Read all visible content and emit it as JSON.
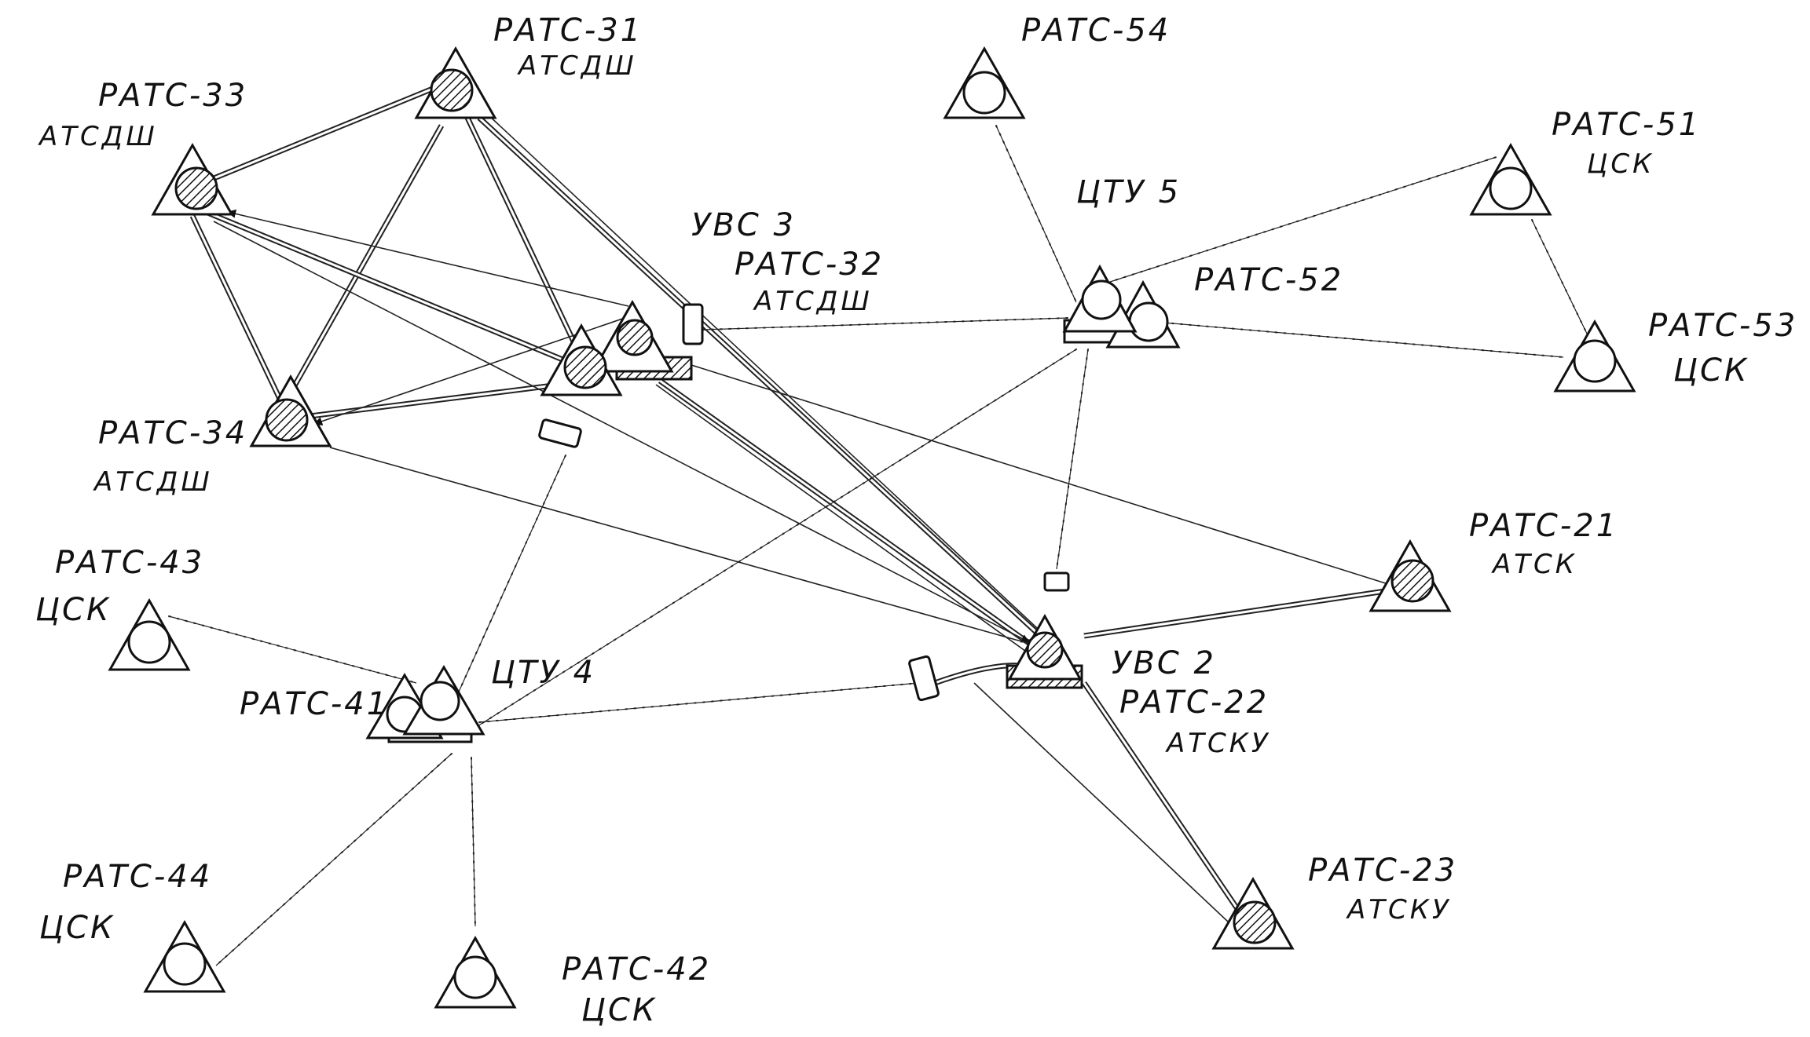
{
  "nodes": [
    {
      "id": "ratc31",
      "name": "РАТС-31",
      "type": "АТСДШ",
      "station": "shaded"
    },
    {
      "id": "ratc33",
      "name": "РАТС-33",
      "type": "АТСДШ",
      "station": "shaded"
    },
    {
      "id": "ratc34",
      "name": "РАТС-34",
      "type": "АТСДШ",
      "station": "shaded"
    },
    {
      "id": "ratc32",
      "name": "РАТС-32",
      "type": "АТСДШ",
      "station": "shaded"
    },
    {
      "id": "ratc54",
      "name": "РАТС-54",
      "type": "",
      "station": "plain"
    },
    {
      "id": "ratc51",
      "name": "РАТС-51",
      "type": "ЦСК",
      "station": "plain"
    },
    {
      "id": "ratc52",
      "name": "РАТС-52",
      "type": "",
      "station": "plain"
    },
    {
      "id": "ratc53",
      "name": "РАТС-53",
      "type": "ЦСК",
      "station": "plain"
    },
    {
      "id": "ratc21",
      "name": "РАТС-21",
      "type": "АТСК",
      "station": "shaded"
    },
    {
      "id": "ratc22",
      "name": "РАТС-22",
      "type": "АТСКУ",
      "station": "shaded"
    },
    {
      "id": "ratc23",
      "name": "РАТС-23",
      "type": "АТСКУ",
      "station": "shaded"
    },
    {
      "id": "ratc43",
      "name": "РАТС-43",
      "type": "ЦСК",
      "station": "plain"
    },
    {
      "id": "ratc41",
      "name": "РАТС-41",
      "type": "",
      "station": "plain"
    },
    {
      "id": "ratc44",
      "name": "РАТС-44",
      "type": "ЦСК",
      "station": "plain"
    },
    {
      "id": "ratc42",
      "name": "РАТС-42",
      "type": "ЦСК",
      "station": "plain"
    }
  ],
  "hubs": {
    "uvc3": "УВС 3",
    "uvc2": "УВС 2",
    "ctu5": "ЦТУ 5",
    "ctu4": "ЦТУ 4"
  },
  "line_styles": {
    "thin": "single line",
    "double": "double line",
    "dotted": "dotted line"
  },
  "colors": {
    "ink": "#111111",
    "paper": "#ffffff"
  }
}
